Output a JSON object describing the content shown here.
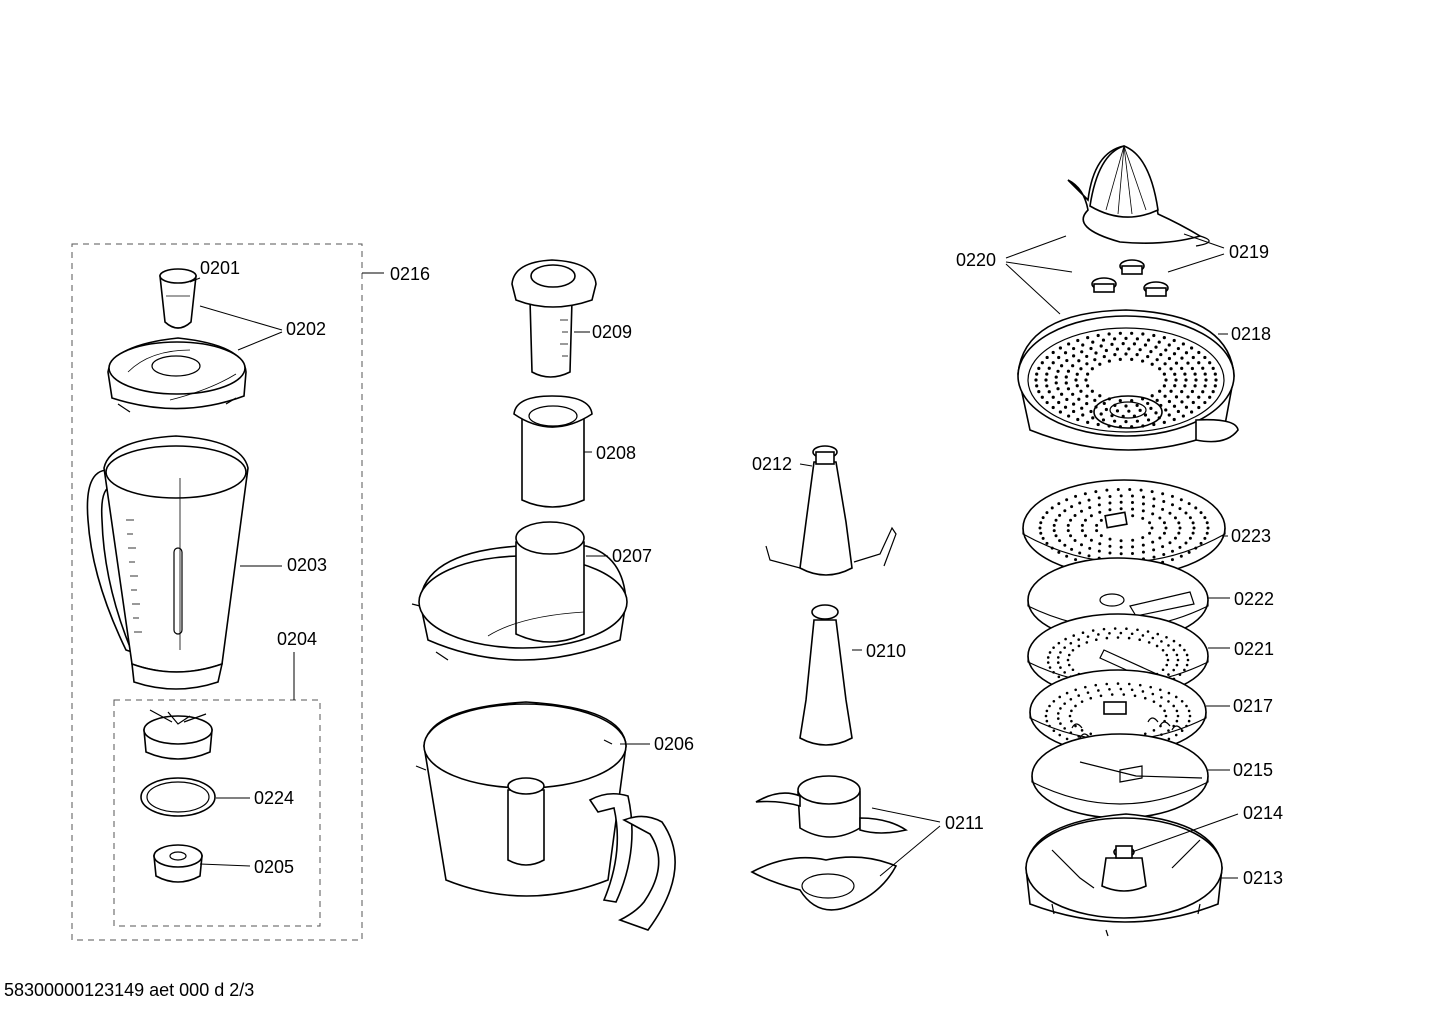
{
  "labels": {
    "l0201": "0201",
    "l0202": "0202",
    "l0203": "0203",
    "l0204": "0204",
    "l0205": "0205",
    "l0206": "0206",
    "l0207": "0207",
    "l0208": "0208",
    "l0209": "0209",
    "l0210": "0210",
    "l0211": "0211",
    "l0212": "0212",
    "l0213": "0213",
    "l0214": "0214",
    "l0215": "0215",
    "l0216": "0216",
    "l0217": "0217",
    "l0218": "0218",
    "l0219": "0219",
    "l0220": "0220",
    "l0221": "0221",
    "l0222": "0222",
    "l0223": "0223",
    "l0224": "0224"
  },
  "footer": "58300000123149 aet 000 d 2/3"
}
